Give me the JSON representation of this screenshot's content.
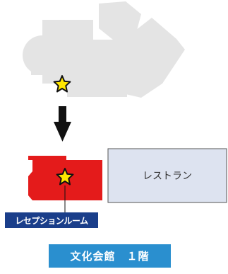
{
  "map": {
    "reception_label": "レセプションルーム",
    "restaurant_label": "レストラン",
    "floor_title": "文化会館　１階"
  },
  "colors": {
    "building_overview": "#e4e4e4",
    "reception_room": "#e41b1b",
    "restaurant_fill": "#dde3f0",
    "restaurant_stroke": "#555555",
    "marker_star": "#ffe600",
    "arrow": "#111111",
    "label_bg": "#1a3e8a",
    "title_bg": "#2a8fcf"
  },
  "icons": [
    "location-star-icon",
    "arrow-down-icon"
  ]
}
